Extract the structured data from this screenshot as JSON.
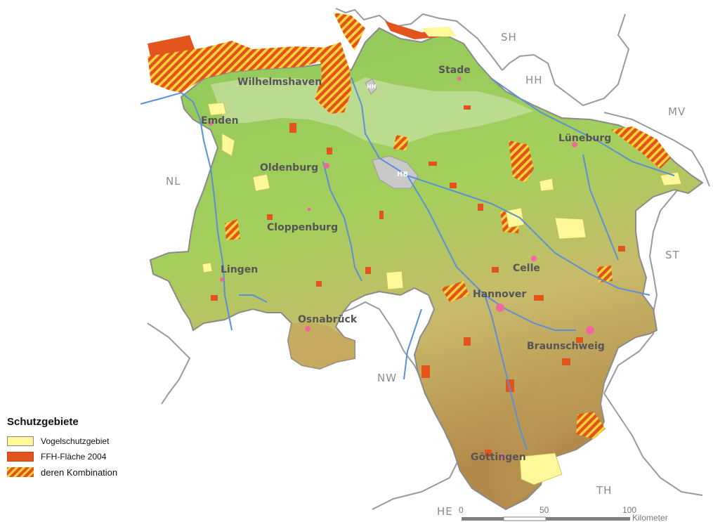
{
  "map": {
    "cities": {
      "wilhelmshaven": "Wilhelmshaven",
      "emden": "Emden",
      "stade": "Stade",
      "oldenburg": "Oldenburg",
      "cloppenburg": "Cloppenburg",
      "lingen": "Lingen",
      "osnabrueck": "Osnabrück",
      "lueneburg": "Lüneburg",
      "celle": "Celle",
      "hannover": "Hannover",
      "braunschweig": "Braunschweig",
      "goettingen": "Göttingen",
      "hb": "HB",
      "hh_small": "HH"
    },
    "neighbors": {
      "sh": "SH",
      "hh": "HH",
      "mv": "MV",
      "nl": "NL",
      "st": "ST",
      "nw": "NW",
      "th": "TH",
      "he": "HE"
    },
    "scale": {
      "t0": "0",
      "t50": "50",
      "t100": "100",
      "unit": "Kilometer"
    }
  },
  "legend": {
    "title": "Schutzgebiete",
    "items": [
      {
        "label": "Vogelschutzgebiet",
        "color": "#fdf89a"
      },
      {
        "label": "FFH-Fläche 2004",
        "color": "#e2541c"
      },
      {
        "label": "deren Kombination",
        "color": "hatched"
      }
    ]
  }
}
